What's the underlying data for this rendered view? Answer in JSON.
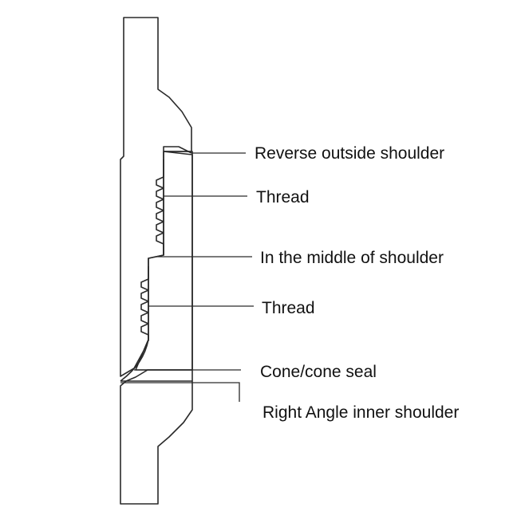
{
  "diagram": {
    "labels": {
      "reverse_outside_shoulder": "Reverse outside shoulder",
      "thread_upper": "Thread",
      "middle_shoulder": "In the middle of shoulder",
      "thread_lower": "Thread",
      "cone_seal": "Cone/cone seal",
      "right_angle_inner_shoulder": "Right Angle inner shoulder"
    },
    "colors": {
      "line": "#2a2a2a",
      "hatch": "#3a3a3a",
      "background": "#ffffff",
      "text": "#111111"
    }
  }
}
